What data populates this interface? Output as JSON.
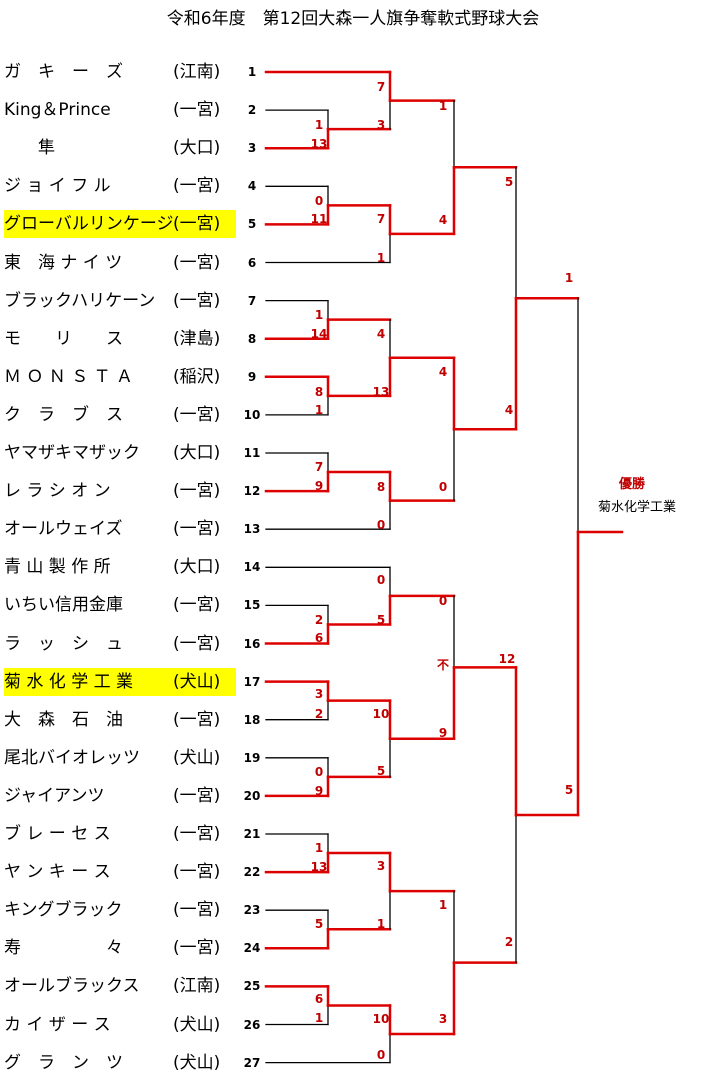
{
  "title": "令和6年度　第12回大森一人旗争奪軟式野球大会",
  "teams": [
    {
      "seed": "1",
      "name": "ガ　キ　ー　ズ",
      "loc": "(江南)",
      "hl": false
    },
    {
      "seed": "2",
      "name": "King＆Prince",
      "loc": "(一宮)",
      "hl": false
    },
    {
      "seed": "3",
      "name": "　　隼",
      "loc": "(大口)",
      "hl": false
    },
    {
      "seed": "4",
      "name": "ジ ョ イ フ ル",
      "loc": "(一宮)",
      "hl": false
    },
    {
      "seed": "5",
      "name": "グローバルリンケージ",
      "loc": "(一宮)",
      "hl": true
    },
    {
      "seed": "6",
      "name": "東　海 ナ イ ツ",
      "loc": "(一宮)",
      "hl": false
    },
    {
      "seed": "7",
      "name": "ブラックハリケーン",
      "loc": "(一宮)",
      "hl": false
    },
    {
      "seed": "8",
      "name": "モ　　リ　　ス",
      "loc": "(津島)",
      "hl": false
    },
    {
      "seed": "9",
      "name": "Ｍ Ｏ Ｎ Ｓ Ｔ Ａ",
      "loc": "(稲沢)",
      "hl": false
    },
    {
      "seed": "10",
      "name": "ク　ラ　ブ　ス",
      "loc": "(一宮)",
      "hl": false
    },
    {
      "seed": "11",
      "name": "ヤマザキマザック",
      "loc": "(大口)",
      "hl": false
    },
    {
      "seed": "12",
      "name": "レ ラ シ オ ン",
      "loc": "(一宮)",
      "hl": false
    },
    {
      "seed": "13",
      "name": "オールウェイズ",
      "loc": "(一宮)",
      "hl": false
    },
    {
      "seed": "14",
      "name": "青 山 製 作 所",
      "loc": "(大口)",
      "hl": false
    },
    {
      "seed": "15",
      "name": "いちい信用金庫",
      "loc": "(一宮)",
      "hl": false
    },
    {
      "seed": "16",
      "name": "ラ　ッ　シ　ュ",
      "loc": "(一宮)",
      "hl": false
    },
    {
      "seed": "17",
      "name": "菊 水 化 学 工 業",
      "loc": "(犬山)",
      "hl": true
    },
    {
      "seed": "18",
      "name": "大　森　石　油",
      "loc": "(一宮)",
      "hl": false
    },
    {
      "seed": "19",
      "name": "尾北バイオレッツ",
      "loc": "(犬山)",
      "hl": false
    },
    {
      "seed": "20",
      "name": "ジャイアンツ",
      "loc": "(一宮)",
      "hl": false
    },
    {
      "seed": "21",
      "name": "ブ レ ー セ ス",
      "loc": "(一宮)",
      "hl": false
    },
    {
      "seed": "22",
      "name": "ヤ ン キ ー ス",
      "loc": "(一宮)",
      "hl": false
    },
    {
      "seed": "23",
      "name": "キングブラック",
      "loc": "(一宮)",
      "hl": false
    },
    {
      "seed": "24",
      "name": "寿　　　　　々",
      "loc": "(一宮)",
      "hl": false
    },
    {
      "seed": "25",
      "name": "オールブラックス",
      "loc": "(江南)",
      "hl": false
    },
    {
      "seed": "26",
      "name": "カ イ ザ ー ス",
      "loc": "(犬山)",
      "hl": false
    },
    {
      "seed": "27",
      "name": "グ　ラ　ン　ツ",
      "loc": "(犬山)",
      "hl": false
    }
  ],
  "scores": [
    {
      "value": "7"
    },
    {
      "value": "1"
    },
    {
      "value": "13"
    },
    {
      "value": "3"
    },
    {
      "value": "0"
    },
    {
      "value": "11"
    },
    {
      "value": "7"
    },
    {
      "value": "1"
    },
    {
      "value": "1"
    },
    {
      "value": "4"
    },
    {
      "value": "1"
    },
    {
      "value": "14"
    },
    {
      "value": "4"
    },
    {
      "value": "8"
    },
    {
      "value": "1"
    },
    {
      "value": "13"
    },
    {
      "value": "4"
    },
    {
      "value": "7"
    },
    {
      "value": "9"
    },
    {
      "value": "8"
    },
    {
      "value": "0"
    },
    {
      "value": "0"
    },
    {
      "value": "5"
    },
    {
      "value": "4"
    },
    {
      "value": "1"
    },
    {
      "value": "0"
    },
    {
      "value": "0"
    },
    {
      "value": "2"
    },
    {
      "value": "6"
    },
    {
      "value": "5"
    },
    {
      "value": "不"
    },
    {
      "value": "3"
    },
    {
      "value": "2"
    },
    {
      "value": "10"
    },
    {
      "value": "9"
    },
    {
      "value": "12"
    },
    {
      "value": "5"
    },
    {
      "value": "9"
    },
    {
      "value": "0"
    },
    {
      "value": "5"
    },
    {
      "value": "1"
    },
    {
      "value": "13"
    },
    {
      "value": "3"
    },
    {
      "value": "1"
    },
    {
      "value": "1"
    },
    {
      "value": "5"
    },
    {
      "value": "2"
    },
    {
      "value": "6"
    },
    {
      "value": "1"
    },
    {
      "value": "10"
    },
    {
      "value": "3"
    },
    {
      "value": "0"
    }
  ],
  "champion": {
    "label": "優勝",
    "name": "菊水化学工業"
  },
  "colors": {
    "winner_line": "#dd0000",
    "loser_line": "#000000",
    "score_text": "#c00000",
    "highlight": "#ffff00"
  }
}
